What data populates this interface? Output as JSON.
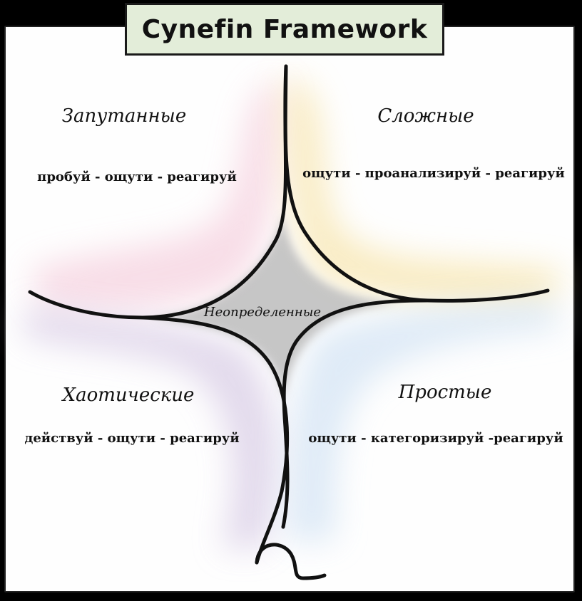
{
  "title": "Cynefin Framework",
  "domains": {
    "complex": {
      "name": "Запутанные",
      "action": "пробуй - ощути - реагируй"
    },
    "complicated": {
      "name": "Сложные",
      "action": "ощути - проанализируй - реагируй"
    },
    "chaotic": {
      "name": "Хаотические",
      "action": "действуй - ощути - реагируй"
    },
    "simple": {
      "name": "Простые",
      "action": "ощути - категоризируй -реагируй"
    },
    "disorder": {
      "name": "Неопределенные"
    }
  },
  "colors": {
    "complex": "#f6d3e0",
    "complicated": "#f7e5ad",
    "chaotic": "#d9cde6",
    "simple": "#d4e4f4",
    "disorder": "#bdbdbd",
    "title_bg": "#e3edd9"
  }
}
